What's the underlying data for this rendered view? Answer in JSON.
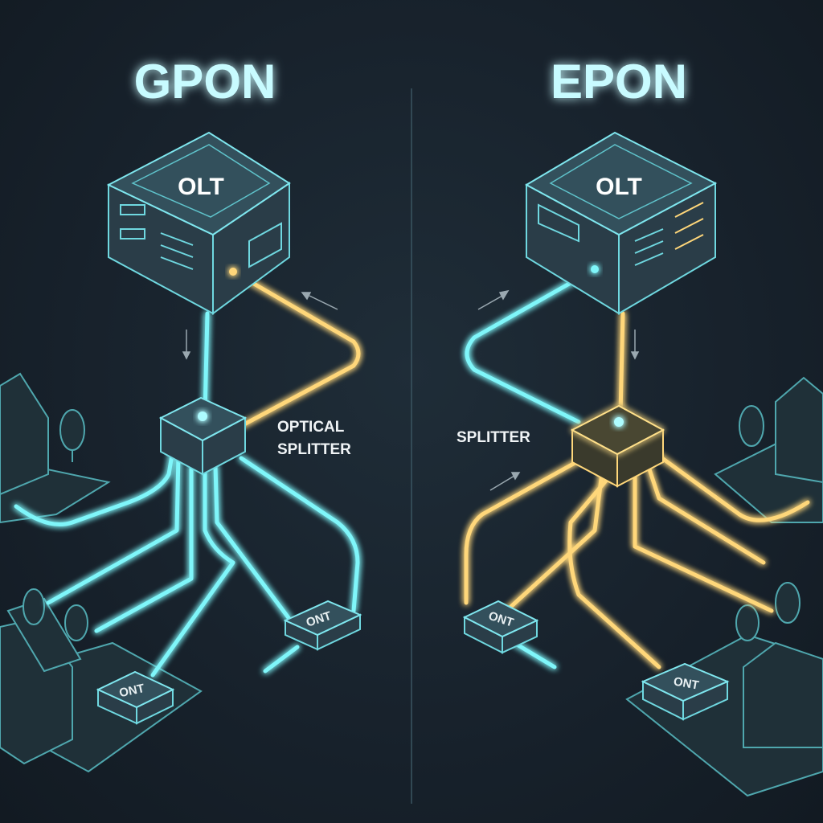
{
  "titles": {
    "left": "GPON",
    "right": "EPON"
  },
  "left": {
    "olt_label": "OLT",
    "splitter_label_line1": "OPTICAL",
    "splitter_label_line2": "SPLITTER",
    "ont_labels": [
      "ONT",
      "ONT"
    ]
  },
  "right": {
    "olt_label": "OLT",
    "splitter_label": "SPLITTER",
    "ont_labels": [
      "ONT",
      "ONT"
    ]
  },
  "colors": {
    "background": "#17212b",
    "cyan": "#7ff6fa",
    "amber": "#ffd77a",
    "outline": "#6fd8e0"
  }
}
